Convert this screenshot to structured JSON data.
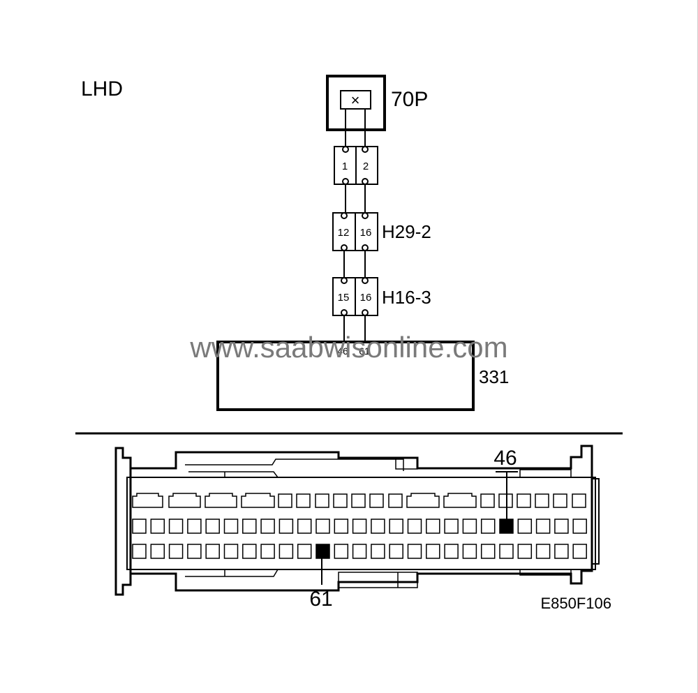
{
  "region_label": "LHD",
  "watermark": "www.saabwisonline.com",
  "figure_id": "E850F106",
  "component_70p": {
    "label": "70P",
    "symbol": "×"
  },
  "connector_a": {
    "pins": [
      "1",
      "2"
    ]
  },
  "connector_h29": {
    "label": "H29-2",
    "pins": [
      "12",
      "16"
    ]
  },
  "connector_h16": {
    "label": "H16-3",
    "pins": [
      "15",
      "16"
    ]
  },
  "component_331": {
    "label": "331",
    "pins": [
      "46",
      "61"
    ]
  },
  "connector_face": {
    "callout_top": "46",
    "callout_bottom": "61",
    "highlighted_pins": [
      "46",
      "61"
    ]
  },
  "colors": {
    "line": "#000000",
    "background": "#ffffff",
    "watermark": "#7a7a7a"
  }
}
